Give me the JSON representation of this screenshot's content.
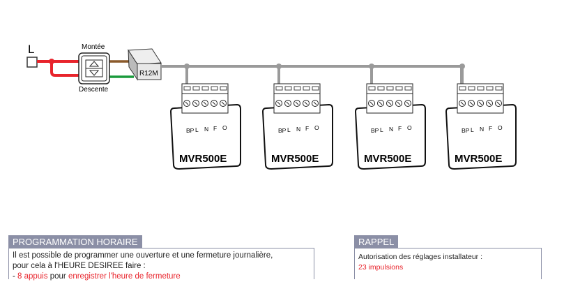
{
  "diagram": {
    "line_label": "L",
    "switch_top_label": "Montée",
    "switch_bottom_label": "Descente",
    "relay_label": "R12M",
    "modules": [
      {
        "name": "MVR500E"
      },
      {
        "name": "MVR500E"
      },
      {
        "name": "MVR500E"
      },
      {
        "name": "MVR500E"
      }
    ],
    "terminal_labels": [
      "BP",
      "L",
      "N",
      "F",
      "O"
    ],
    "colors": {
      "phase": "#e8242c",
      "up": "#8b5a2b",
      "down": "#1a9a3c",
      "bus": "#9a9a9a"
    }
  },
  "programmation": {
    "title": "PROGRAMMATION HORAIRE",
    "line1": "Il est possible de programmer une ouverture et une fermeture journalière,",
    "line2": "pour cela à l'HEURE DESIREE faire :",
    "line3_prefix": "- ",
    "line3_count": "8 appuis",
    "line3_mid": " pour ",
    "line3_action": "enregistrer l'heure de fermeture"
  },
  "rappel": {
    "title": "RAPPEL",
    "line1": "Autorisation des réglages installateur :",
    "line2": "23 impulsions"
  }
}
